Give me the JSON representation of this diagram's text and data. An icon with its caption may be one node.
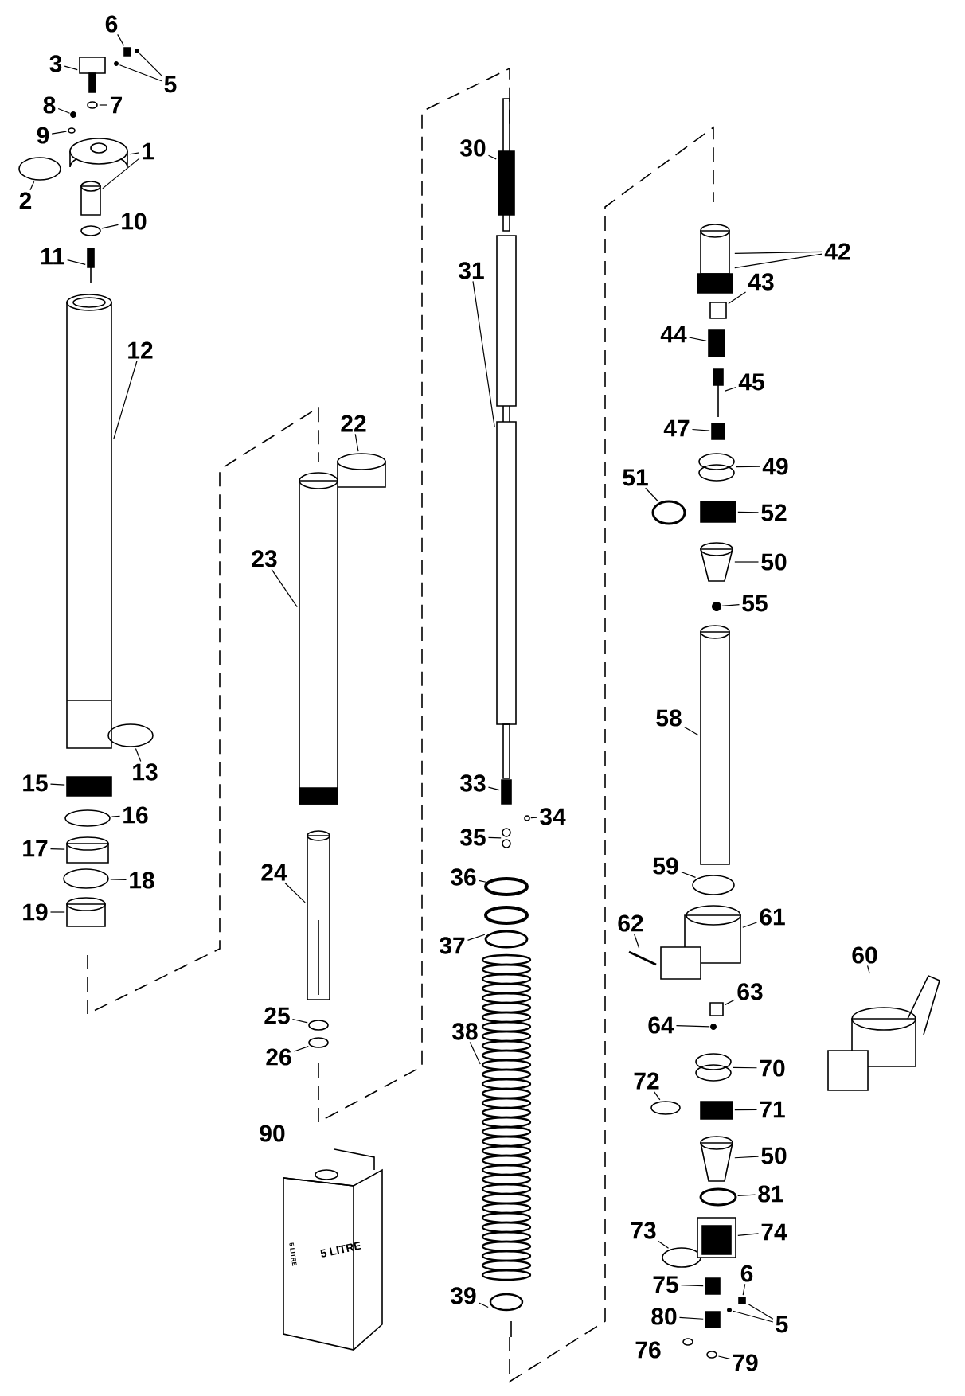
{
  "diagram": {
    "nodes": [
      {
        "text": [
          "6"
        ]
      },
      {
        "text": [
          "3"
        ]
      },
      {
        "text": [
          "5"
        ]
      },
      {
        "text": [
          "7"
        ]
      },
      {
        "text": [
          "8"
        ]
      },
      {
        "text": [
          "9"
        ]
      },
      {
        "text": [
          "1"
        ]
      },
      {
        "text": [
          "2"
        ]
      },
      {
        "text": [
          "10"
        ]
      },
      {
        "text": [
          "11"
        ]
      },
      {
        "text": [
          "12"
        ]
      },
      {
        "text": [
          "22"
        ]
      },
      {
        "text": [
          "23"
        ]
      },
      {
        "text": [
          "13"
        ]
      },
      {
        "text": [
          "15"
        ]
      },
      {
        "text": [
          "16"
        ]
      },
      {
        "text": [
          "17"
        ]
      },
      {
        "text": [
          "18"
        ]
      },
      {
        "text": [
          "19"
        ]
      },
      {
        "text": [
          "24"
        ]
      },
      {
        "text": [
          "25"
        ]
      },
      {
        "text": [
          "26"
        ]
      },
      {
        "text": [
          "30"
        ]
      },
      {
        "text": [
          "31"
        ]
      },
      {
        "text": [
          "33"
        ]
      },
      {
        "text": [
          "34"
        ]
      },
      {
        "text": [
          "35"
        ]
      },
      {
        "text": [
          "36"
        ]
      },
      {
        "text": [
          "37"
        ]
      },
      {
        "text": [
          "38"
        ]
      },
      {
        "text": [
          "39"
        ]
      },
      {
        "text": [
          "42"
        ]
      },
      {
        "text": [
          "43"
        ]
      },
      {
        "text": [
          "44"
        ]
      },
      {
        "text": [
          "45"
        ]
      },
      {
        "text": [
          "47"
        ]
      },
      {
        "text": [
          "49"
        ]
      },
      {
        "text": [
          "51"
        ]
      },
      {
        "text": [
          "52"
        ]
      },
      {
        "text": [
          "50"
        ]
      },
      {
        "text": [
          "55"
        ]
      },
      {
        "text": [
          "58"
        ]
      },
      {
        "text": [
          "59"
        ]
      },
      {
        "text": [
          "61"
        ]
      },
      {
        "text": [
          "62"
        ]
      },
      {
        "text": [
          "60"
        ]
      },
      {
        "text": [
          "63"
        ]
      },
      {
        "text": [
          "64"
        ]
      },
      {
        "text": [
          "70"
        ]
      },
      {
        "text": [
          "72"
        ]
      },
      {
        "text": [
          "71"
        ]
      },
      {
        "text": [
          "50"
        ]
      },
      {
        "text": [
          "81"
        ]
      },
      {
        "text": [
          "73"
        ]
      },
      {
        "text": [
          "74"
        ]
      },
      {
        "text": [
          "75"
        ]
      },
      {
        "text": [
          "6"
        ]
      },
      {
        "text": [
          "5"
        ]
      },
      {
        "text": [
          "80"
        ]
      },
      {
        "text": [
          "79"
        ]
      },
      {
        "text": [],
        "shape": "box"
      },
      {
        "text": [],
        "shape": "picture"
      },
      {
        "text": [],
        "shape": "circle"
      },
      {
        "text": [],
        "shape": "circle"
      },
      {
        "text": [],
        "shape": "circle"
      },
      {
        "text": [],
        "shape": "circle"
      },
      {
        "text": [],
        "shape": "circle"
      },
      {
        "text": [],
        "shape": "picture"
      },
      {
        "text": [],
        "shape": "cylinder"
      },
      {
        "text": [],
        "shape": "circle"
      },
      {
        "text": [],
        "shape": "circle"
      },
      {
        "text": [],
        "shape": "picture"
      },
      {
        "text": [],
        "shape": "cylinder"
      },
      {
        "text": [],
        "shape": "circle"
      },
      {
        "text": [],
        "shape": "box"
      },
      {
        "text": [],
        "shape": "circle"
      },
      {
        "text": [],
        "shape": "cylinder"
      },
      {
        "text": [],
        "shape": "circle"
      },
      {
        "text": [],
        "shape": "cylinder"
      },
      {
        "text": [],
        "shape": "cylinder"
      },
      {
        "text": [],
        "shape": "cylinder"
      },
      {
        "text": [],
        "shape": "cylinder"
      },
      {
        "text": [],
        "shape": "circle"
      },
      {
        "text": [],
        "shape": "circle"
      },
      {
        "text": [],
        "shape": "bar"
      },
      {
        "text": [],
        "shape": "bar"
      },
      {
        "text": [],
        "shape": "box"
      },
      {
        "text": [],
        "shape": "circle"
      },
      {
        "text": [],
        "shape": "circle"
      },
      {
        "text": [],
        "shape": "circle"
      },
      {
        "text": [],
        "shape": "circle"
      },
      {
        "text": [],
        "shape": "picture"
      },
      {
        "text": [],
        "shape": "picture"
      },
      {
        "text": [],
        "shape": "cylinder"
      },
      {
        "text": [],
        "shape": "box"
      },
      {
        "text": [],
        "shape": "box"
      },
      {
        "text": [],
        "shape": "picture"
      },
      {
        "text": [],
        "shape": "box"
      },
      {
        "text": [],
        "shape": "circle"
      },
      {
        "text": [],
        "shape": "circle"
      },
      {
        "text": [],
        "shape": "box"
      },
      {
        "text": [],
        "shape": "picture"
      },
      {
        "text": [],
        "shape": "circle"
      },
      {
        "text": [],
        "shape": "cylinder"
      },
      {
        "text": [],
        "shape": "circle"
      },
      {
        "text": [],
        "shape": "picture"
      },
      {
        "text": [],
        "shape": "bar"
      },
      {
        "text": [],
        "shape": "picture"
      },
      {
        "text": [],
        "shape": "box"
      },
      {
        "text": [],
        "shape": "circle"
      },
      {
        "text": [],
        "shape": "circle"
      },
      {
        "text": [],
        "shape": "circle"
      },
      {
        "text": [],
        "shape": "box"
      },
      {
        "text": [],
        "shape": "picture"
      },
      {
        "text": [],
        "shape": "circle"
      },
      {
        "text": [],
        "shape": "circle"
      },
      {
        "text": [],
        "shape": "box"
      },
      {
        "text": [],
        "shape": "box"
      },
      {
        "text": [],
        "shape": "box"
      },
      {
        "text": [],
        "shape": "circle"
      },
      {
        "text": [],
        "shape": "box"
      },
      {
        "text": [],
        "shape": "circle"
      }
    ],
    "edges": [
      {
        "from": 0,
        "to": 60,
        "arrow": "none"
      },
      {
        "from": 1,
        "to": 61,
        "arrow": "none"
      },
      {
        "from": 2,
        "to": 62,
        "arrow": "none"
      },
      {
        "from": 2,
        "to": 63,
        "arrow": "none"
      },
      {
        "from": 3,
        "to": 64,
        "arrow": "none"
      },
      {
        "from": 4,
        "to": 65,
        "arrow": "none"
      },
      {
        "from": 5,
        "to": 66,
        "arrow": "none"
      },
      {
        "from": 6,
        "to": 67,
        "arrow": "none"
      },
      {
        "from": 6,
        "to": 68,
        "arrow": "none"
      },
      {
        "from": 7,
        "to": 69,
        "arrow": "none"
      },
      {
        "from": 8,
        "to": 70,
        "arrow": "none"
      },
      {
        "from": 9,
        "to": 71,
        "arrow": "none"
      },
      {
        "from": 10,
        "to": 72,
        "arrow": "none"
      },
      {
        "from": 11,
        "to": 79,
        "arrow": "none"
      },
      {
        "from": 12,
        "to": 80,
        "arrow": "none"
      },
      {
        "from": 13,
        "to": 73,
        "arrow": "none"
      },
      {
        "from": 14,
        "to": 74,
        "arrow": "none"
      },
      {
        "from": 15,
        "to": 75,
        "arrow": "none"
      },
      {
        "from": 16,
        "to": 76,
        "arrow": "none"
      },
      {
        "from": 17,
        "to": 77,
        "arrow": "none"
      },
      {
        "from": 18,
        "to": 78,
        "arrow": "none"
      },
      {
        "from": 19,
        "to": 81,
        "arrow": "none"
      },
      {
        "from": 20,
        "to": 82,
        "arrow": "none"
      },
      {
        "from": 21,
        "to": 83,
        "arrow": "none"
      },
      {
        "from": 22,
        "to": 84,
        "arrow": "none"
      },
      {
        "from": 23,
        "to": 85,
        "arrow": "none"
      },
      {
        "from": 24,
        "to": 86,
        "arrow": "none"
      },
      {
        "from": 25,
        "to": 87,
        "arrow": "none"
      },
      {
        "from": 26,
        "to": 88,
        "arrow": "none"
      },
      {
        "from": 27,
        "to": 89,
        "arrow": "none"
      },
      {
        "from": 28,
        "to": 90,
        "arrow": "none"
      },
      {
        "from": 29,
        "to": 91,
        "arrow": "none"
      },
      {
        "from": 30,
        "to": 92,
        "arrow": "none"
      },
      {
        "from": 31,
        "to": 93,
        "arrow": "none"
      },
      {
        "from": 31,
        "to": 93,
        "arrow": "none"
      },
      {
        "from": 32,
        "to": 94,
        "arrow": "none"
      },
      {
        "from": 33,
        "to": 95,
        "arrow": "none"
      },
      {
        "from": 34,
        "to": 96,
        "arrow": "none"
      },
      {
        "from": 35,
        "to": 97,
        "arrow": "none"
      },
      {
        "from": 36,
        "to": 98,
        "arrow": "none"
      },
      {
        "from": 37,
        "to": 99,
        "arrow": "none"
      },
      {
        "from": 38,
        "to": 100,
        "arrow": "none"
      },
      {
        "from": 39,
        "to": 101,
        "arrow": "none"
      },
      {
        "from": 40,
        "to": 102,
        "arrow": "none"
      },
      {
        "from": 41,
        "to": 103,
        "arrow": "none"
      },
      {
        "from": 42,
        "to": 104,
        "arrow": "none"
      },
      {
        "from": 43,
        "to": 105,
        "arrow": "none"
      },
      {
        "from": 44,
        "to": 106,
        "arrow": "none"
      },
      {
        "from": 45,
        "to": 107,
        "arrow": "none"
      },
      {
        "from": 46,
        "to": 108,
        "arrow": "none"
      },
      {
        "from": 47,
        "to": 109,
        "arrow": "none"
      },
      {
        "from": 48,
        "to": 110,
        "arrow": "none"
      },
      {
        "from": 49,
        "to": 111,
        "arrow": "none"
      },
      {
        "from": 50,
        "to": 112,
        "arrow": "none"
      },
      {
        "from": 51,
        "to": 113,
        "arrow": "none"
      },
      {
        "from": 52,
        "to": 114,
        "arrow": "none"
      },
      {
        "from": 53,
        "to": 115,
        "arrow": "none"
      },
      {
        "from": 54,
        "to": 116,
        "arrow": "none"
      },
      {
        "from": 55,
        "to": 117,
        "arrow": "none"
      },
      {
        "from": 56,
        "to": 118,
        "arrow": "none"
      },
      {
        "from": 57,
        "to": 118,
        "arrow": "none"
      },
      {
        "from": 57,
        "to": 119,
        "arrow": "none"
      },
      {
        "from": 58,
        "to": 120,
        "arrow": "none"
      },
      {
        "from": 59,
        "to": 121,
        "arrow": "none"
      }
    ],
    "labels": [
      "76",
      "90",
      "5 LITRE",
      "5 LITRE"
    ]
  }
}
